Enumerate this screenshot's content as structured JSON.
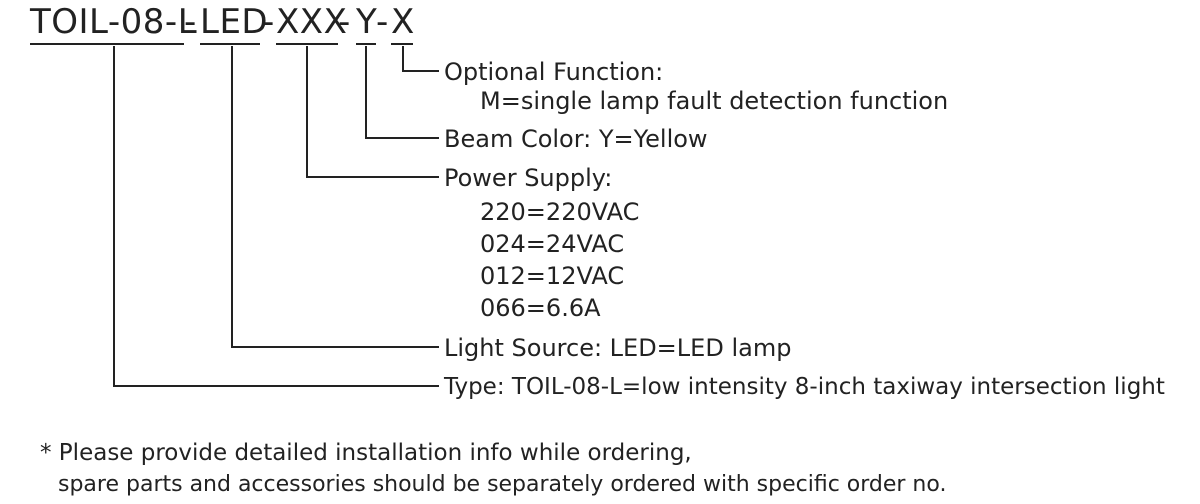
{
  "code": {
    "type_seg": "TOIL-08-L",
    "sep1": "-",
    "light_seg": "LED",
    "sep2": "-",
    "power_seg": "XXX",
    "sep3": "-",
    "color_seg": "Y",
    "sep4": "-",
    "option_seg": "X"
  },
  "labels": {
    "optional_title": "Optional Function:",
    "optional_m": "M=single lamp fault detection function",
    "beam_color": "Beam Color: Y=Yellow",
    "power_title": "Power Supply:",
    "power_options": [
      "220=220VAC",
      "024=24VAC",
      "012=12VAC",
      "066=6.6A"
    ],
    "light_source": "Light Source: LED=LED lamp",
    "type": "Type: TOIL-08-L=low intensity 8-inch taxiway intersection light"
  },
  "notes": {
    "line1": "* Please provide detailed installation info while ordering,",
    "line2": "spare parts and accessories should be separately ordered with specific order no."
  }
}
